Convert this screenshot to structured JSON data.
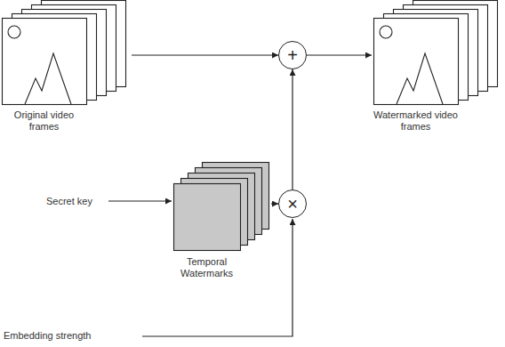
{
  "diagram": {
    "nodes": [
      {
        "text": [
          "Original video frames"
        ]
      },
      {
        "text": [
          "+"
        ]
      },
      {
        "text": [
          "Watermarked video frames"
        ]
      },
      {
        "text": [
          "Temporal Watermarks"
        ]
      },
      {
        "text": [
          "×"
        ]
      }
    ],
    "edges": [
      {
        "from": 0,
        "to": 1,
        "arrow": "to"
      },
      {
        "from": 1,
        "to": 2,
        "arrow": "to"
      },
      {
        "from": 3,
        "to": 4,
        "arrow": "to"
      },
      {
        "from": 4,
        "to": 1,
        "arrow": "to"
      }
    ],
    "labels": [
      "Secret key",
      "Embedding strength"
    ]
  }
}
